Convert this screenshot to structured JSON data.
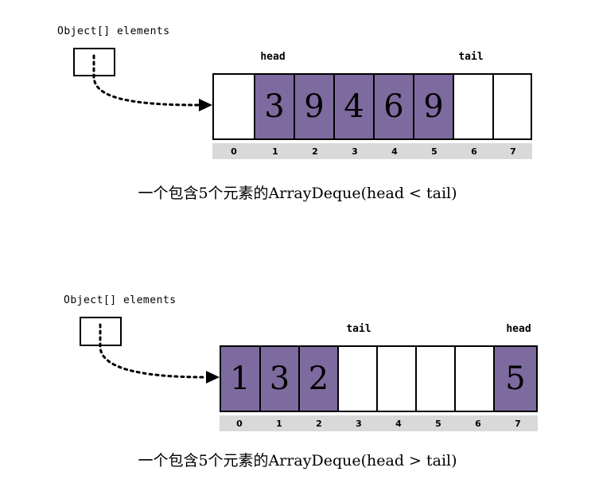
{
  "figure": {
    "title": "ArrayDeque circular array layouts",
    "colors": {
      "filled_cell": "#7d6a9e",
      "empty_cell": "#ffffff",
      "index_strip": "#d9d9d9",
      "stroke": "#000000",
      "background": "#ffffff"
    }
  },
  "diagrams": [
    {
      "id": "array-deque-head-lt-tail",
      "reference_label": "Object[] elements",
      "caption": "一个包含5个元素的ArrayDeque(head < tail)",
      "capacity": 8,
      "indices": [
        "0",
        "1",
        "2",
        "3",
        "4",
        "5",
        "6",
        "7"
      ],
      "cells": [
        {
          "index": "0",
          "value": "",
          "filled": false
        },
        {
          "index": "1",
          "value": "3",
          "filled": true
        },
        {
          "index": "2",
          "value": "9",
          "filled": true
        },
        {
          "index": "3",
          "value": "4",
          "filled": true
        },
        {
          "index": "4",
          "value": "6",
          "filled": true
        },
        {
          "index": "5",
          "value": "9",
          "filled": true
        },
        {
          "index": "6",
          "value": "",
          "filled": false
        },
        {
          "index": "7",
          "value": "",
          "filled": false
        }
      ],
      "pointers": [
        {
          "name": "head",
          "label": "head",
          "index": 1
        },
        {
          "name": "tail",
          "label": "tail",
          "index": 6
        }
      ]
    },
    {
      "id": "array-deque-head-gt-tail",
      "reference_label": "Object[] elements",
      "caption": "一个包含5个元素的ArrayDeque(head > tail)",
      "capacity": 8,
      "indices": [
        "0",
        "1",
        "2",
        "3",
        "4",
        "5",
        "6",
        "7"
      ],
      "cells": [
        {
          "index": "0",
          "value": "1",
          "filled": true
        },
        {
          "index": "1",
          "value": "3",
          "filled": true
        },
        {
          "index": "2",
          "value": "2",
          "filled": true
        },
        {
          "index": "3",
          "value": "",
          "filled": false
        },
        {
          "index": "4",
          "value": "",
          "filled": false
        },
        {
          "index": "5",
          "value": "",
          "filled": false
        },
        {
          "index": "6",
          "value": "",
          "filled": false
        },
        {
          "index": "7",
          "value": "5",
          "filled": true
        }
      ],
      "pointers": [
        {
          "name": "tail",
          "label": "tail",
          "index": 3
        },
        {
          "name": "head",
          "label": "head",
          "index": 7
        }
      ]
    }
  ]
}
